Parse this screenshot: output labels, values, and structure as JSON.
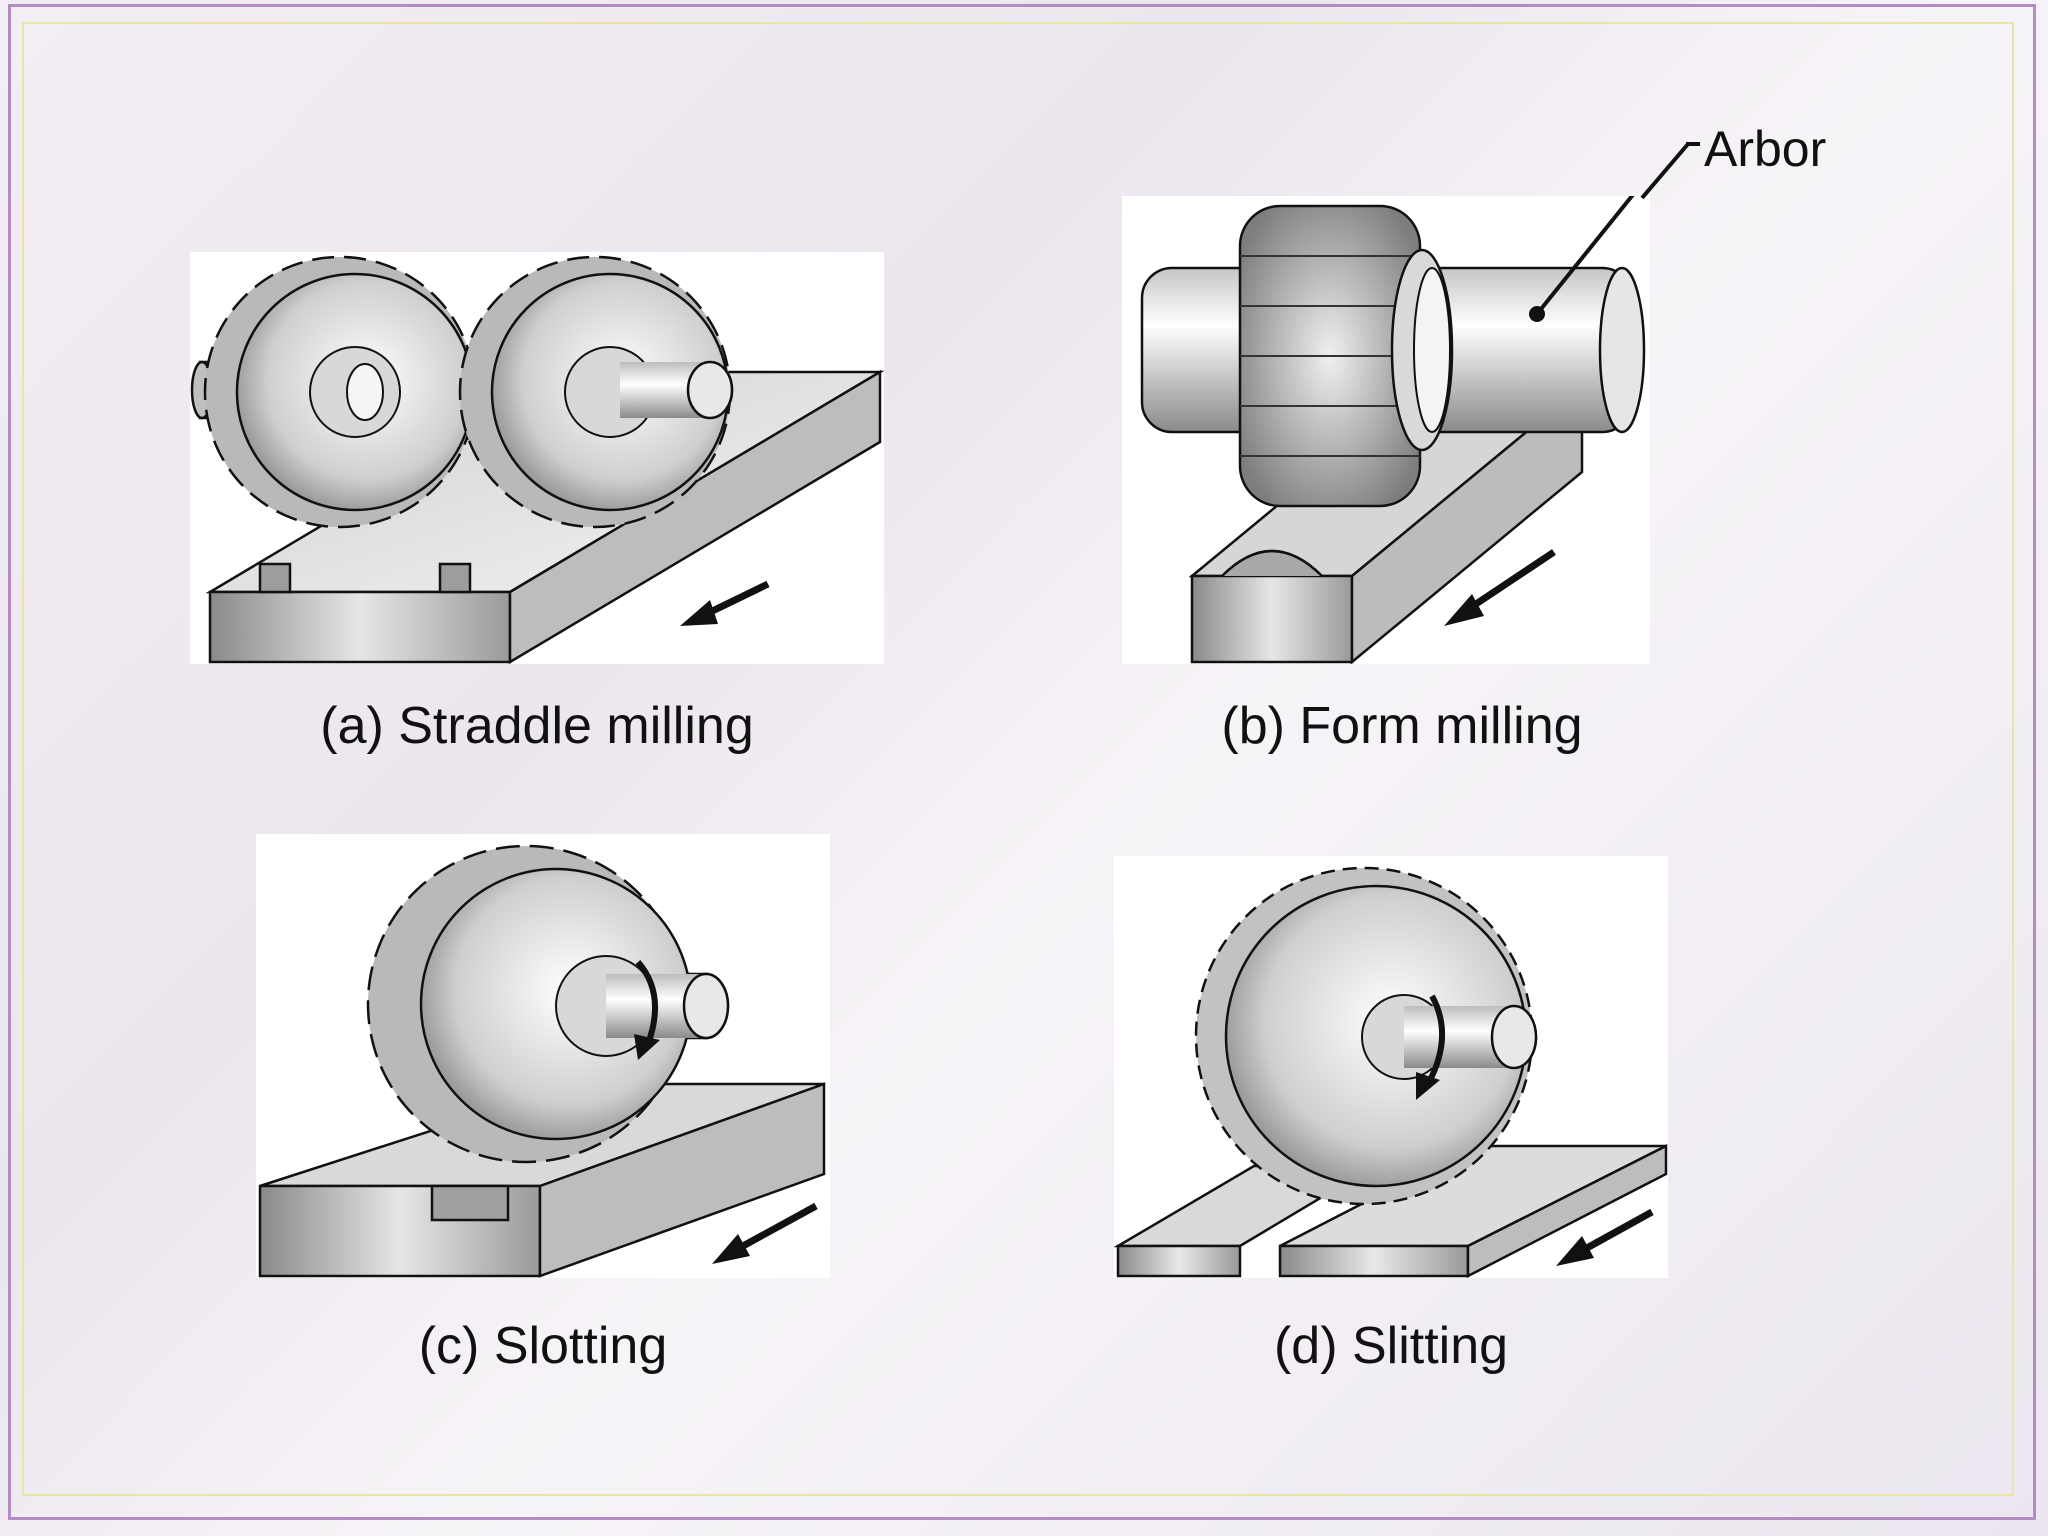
{
  "figure": {
    "panels": [
      {
        "caption": "(a) Straddle milling"
      },
      {
        "caption": "(b) Form milling"
      },
      {
        "caption": "(c) Slotting"
      },
      {
        "caption": "(d) Slitting"
      }
    ],
    "callout": {
      "label": "Arbor"
    }
  },
  "style": {
    "frame_color": "#b48cc4",
    "metal_dark": "#6f6f6f",
    "metal_light": "#f2f2f2",
    "arrow_color": "#111111"
  }
}
